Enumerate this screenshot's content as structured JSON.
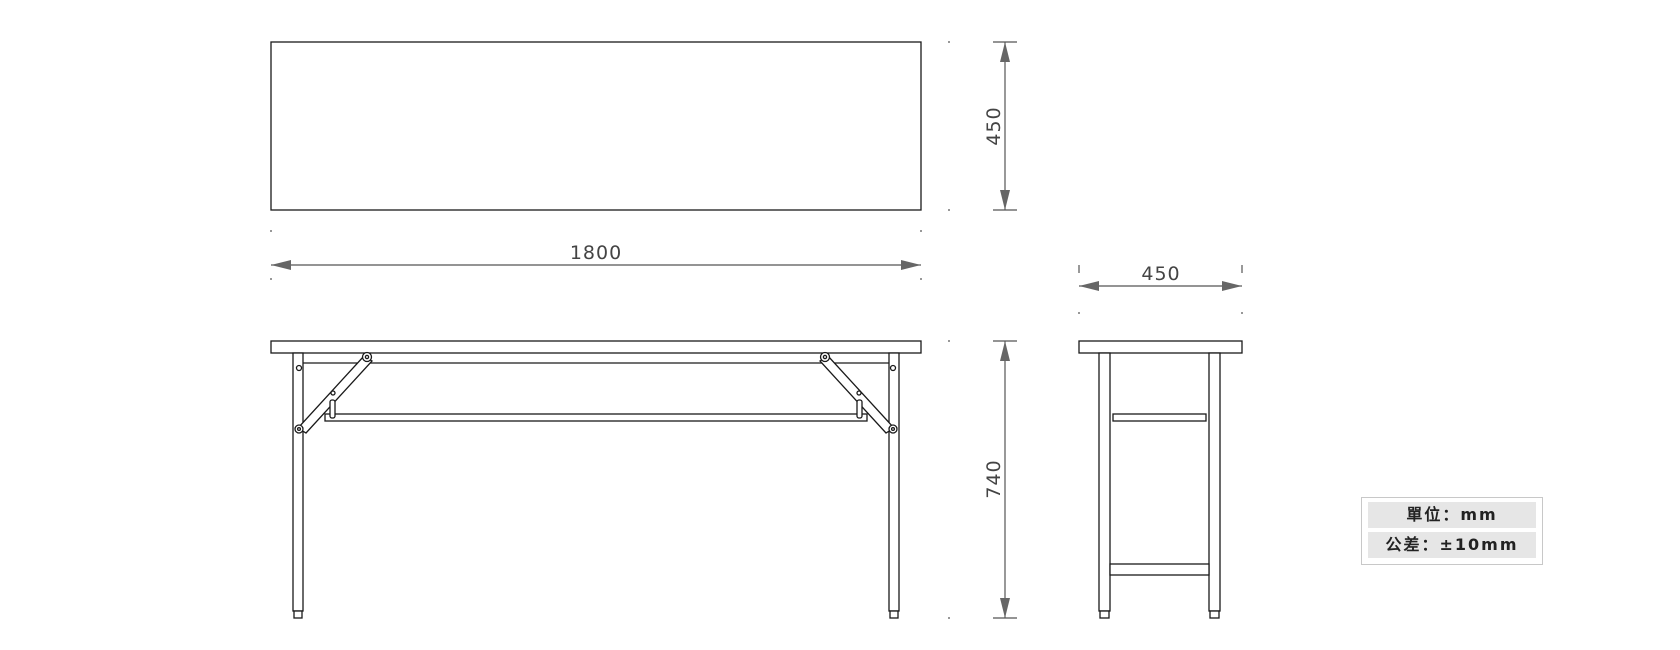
{
  "dimensions": {
    "top_length": "1800",
    "top_depth": "450",
    "side_depth": "450",
    "height": "740"
  },
  "legend": {
    "unit": "單位：mm",
    "tolerance": "公差：±10mm"
  },
  "colors": {
    "line": "#1a1a1a",
    "dimension": "#555555",
    "legend_fill": "#e6e6e6"
  }
}
